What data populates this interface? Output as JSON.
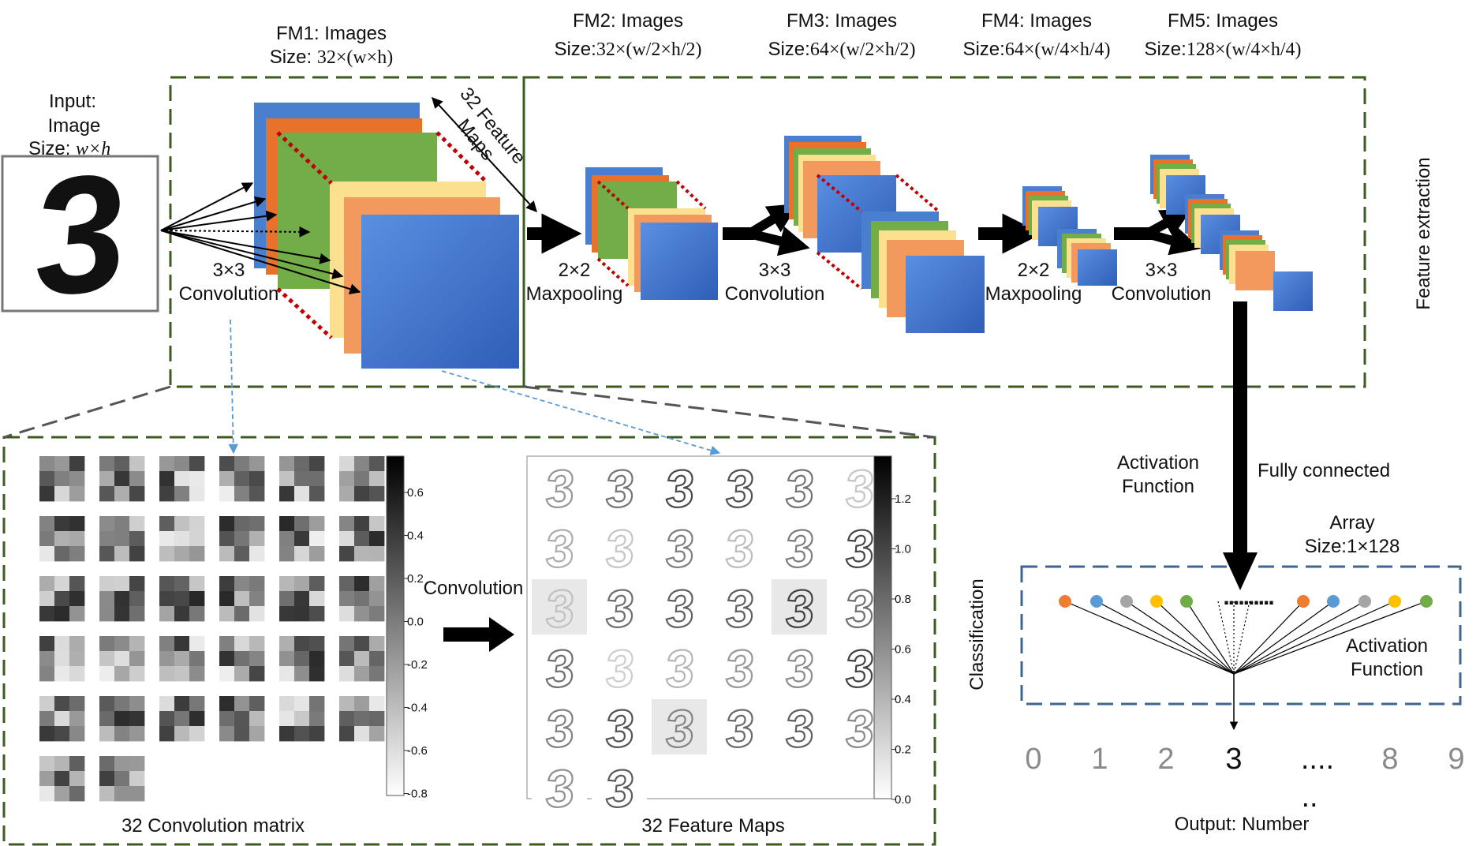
{
  "input": {
    "title": "Input:",
    "subtitle": "Image",
    "size_prefix": "Size: ",
    "size_value": "w×h",
    "digit_glyph": "3"
  },
  "fm_headers": [
    {
      "title": "FM1: Images",
      "size_prefix": "Size: ",
      "size_value": "32×(w×h)"
    },
    {
      "title": "FM2: Images",
      "size_prefix": "Size:",
      "size_value": "32×(w/2×h/2)"
    },
    {
      "title": "FM3: Images",
      "size_prefix": "Size:",
      "size_value": "64×(w/2×h/2)"
    },
    {
      "title": "FM4: Images",
      "size_prefix": "Size:",
      "size_value": "64×(w/4×h/4)"
    },
    {
      "title": "FM5: Images",
      "size_prefix": "Size:",
      "size_value": "128×(w/4×h/4)"
    }
  ],
  "ops": [
    {
      "top": "3×3",
      "bottom": "Convolution"
    },
    {
      "top": "2×2",
      "bottom": "Maxpooling"
    },
    {
      "top": "3×3",
      "bottom": "Convolution"
    },
    {
      "top": "2×2",
      "bottom": "Maxpooling"
    },
    {
      "top": "3×3",
      "bottom": "Convolution"
    }
  ],
  "feature_maps_note": {
    "line1": "32 Feature",
    "line2": "Maps"
  },
  "feature_extraction": "Feature extraction",
  "classification": "Classification",
  "activation_function_left": {
    "line1": "Activation",
    "line2": "Function"
  },
  "fully_connected": "Fully connected",
  "array": {
    "title": "Array",
    "size": "Size:1×128"
  },
  "dots_ellipsis": "..........",
  "activation_function_right": {
    "line1": "Activation",
    "line2": "Function"
  },
  "output_digits": [
    "0",
    "1",
    "2",
    "3",
    "....",
    "8",
    "9"
  ],
  "output_ellipsis_below": "..",
  "output_label": "Output: Number",
  "detail": {
    "convolution_label": "Convolution",
    "conv_matrix_caption": "32 Convolution matrix",
    "feature_maps_caption": "32 Feature Maps",
    "colorbar_left_ticks": [
      "0.6",
      "0.4",
      "0.2",
      "0.0",
      "-0.2",
      "-0.4",
      "-0.6",
      "-0.8"
    ],
    "colorbar_right_ticks": [
      "1.2",
      "1.0",
      "0.8",
      "0.6",
      "0.4",
      "0.2",
      "0.0"
    ],
    "kernel_count": 32,
    "feature_map_count": 32,
    "feature_map_glyph": "3"
  },
  "colors": {
    "box_green": "#3e5a1f",
    "box_blue": "#3f6591",
    "fm_blue": "#4a7fd0",
    "fm_orange": "#e8722a",
    "fm_green": "#72ad47",
    "fm_yellow": "#fbe08f",
    "fm_light_orange": "#f29a5d",
    "red_dots": "#c00000",
    "dot_colors": [
      "#ed7d31",
      "#5b9bd5",
      "#a5a5a5",
      "#ffc000",
      "#70ad47"
    ]
  }
}
